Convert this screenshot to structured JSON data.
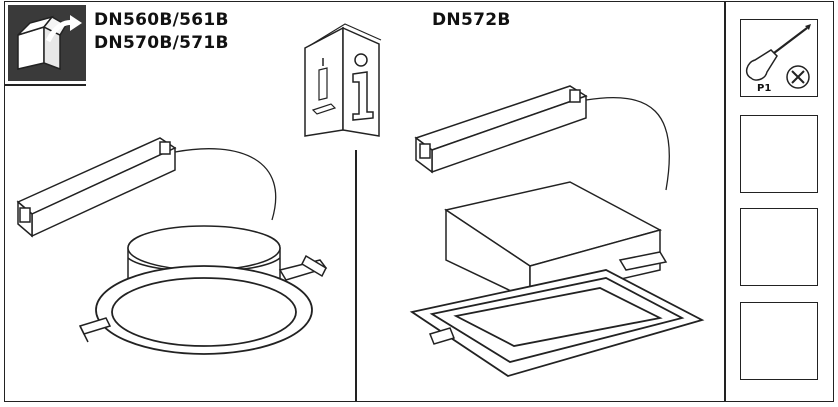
{
  "models": {
    "left_line1": "DN560B/561B",
    "left_line2": "DN570B/571B",
    "right": "DN572B"
  },
  "tool": {
    "label": "P1"
  },
  "icons": {
    "unpack": "unpack-box-arrow-icon",
    "manual": "instruction-booklet-icon",
    "screwdriver": "screwdriver-icon",
    "no_screw": "crossed-screw-icon"
  },
  "colors": {
    "line": "#222222",
    "badge_background": "#3a3a3a"
  }
}
